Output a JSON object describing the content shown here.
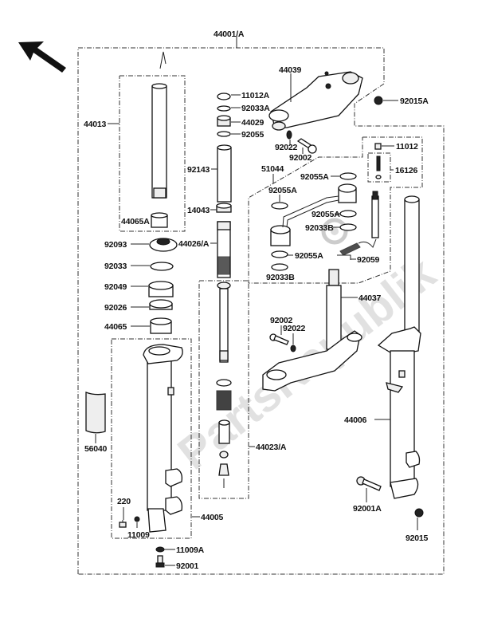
{
  "diagram": {
    "title": "Front Fork",
    "watermark": "PartsRepublik",
    "direction_arrow": "front-direction-arrow",
    "labels": {
      "assembly": "44001/A",
      "inner_tube": "44013",
      "bush_a": "44065A",
      "oil_seal": "92093",
      "retaining_ring": "92033",
      "washer_seat": "92049",
      "plain_washer": "92026",
      "bush": "44065",
      "cap": "11012A",
      "o_ring_a": "92033A",
      "cap_bolt": "44029",
      "o_ring": "92055",
      "spacer": "92143",
      "piston_ring": "14043",
      "cylinder": "44026/A",
      "upper_bracket": "44039",
      "nut_a": "92015A",
      "spring_washer": "92022",
      "bolt": "92002",
      "air_valve_cap": "11012",
      "valve": "16126",
      "air_hose": "51044",
      "o_ring_55a_top": "92055A",
      "o_ring_55a_left": "92055A",
      "o_ring_55a_mid": "92055A",
      "o_ring_33b_mid": "92033B",
      "o_ring_55a_low": "92055A",
      "o_ring_33b_low": "92033B",
      "fitting": "92059",
      "stem": "44037",
      "bolt_lower": "92002",
      "washer_lower": "92022",
      "outer_tube_right": "44006",
      "spring_set": "44023/A",
      "reflector": "56040",
      "outer_tube_left": "44005",
      "screw": "220",
      "gasket": "11009",
      "gasket_a": "11009A",
      "drain_bolt": "92001",
      "axle_bolt": "92001A",
      "axle_nut": "92015"
    }
  }
}
